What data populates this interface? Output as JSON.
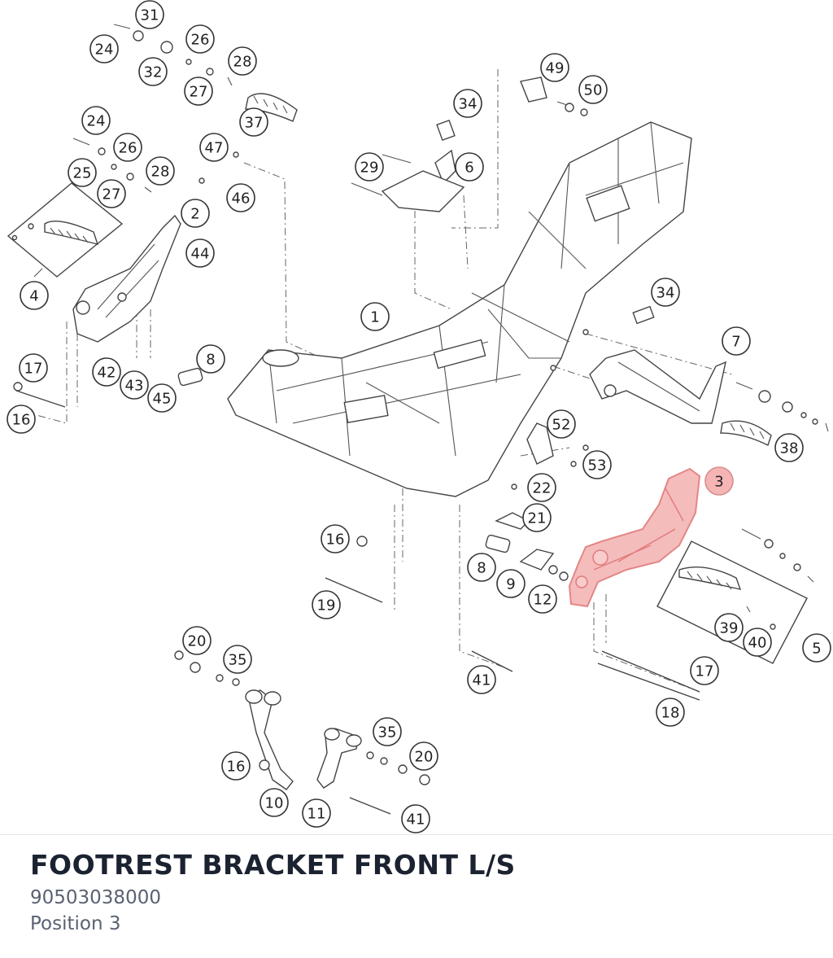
{
  "part": {
    "title": "FOOTREST BRACKET FRONT L/S",
    "number": "90503038000",
    "position_label": "Position 3"
  },
  "highlight_color": "#f5b5b5",
  "callouts": [
    {
      "id": "c31",
      "label": "31",
      "highlighted": false
    },
    {
      "id": "c24a",
      "label": "24",
      "highlighted": false
    },
    {
      "id": "c26a",
      "label": "26",
      "highlighted": false
    },
    {
      "id": "c32",
      "label": "32",
      "highlighted": false
    },
    {
      "id": "c28a",
      "label": "28",
      "highlighted": false
    },
    {
      "id": "c27a",
      "label": "27",
      "highlighted": false
    },
    {
      "id": "c37",
      "label": "37",
      "highlighted": false
    },
    {
      "id": "c24b",
      "label": "24",
      "highlighted": false
    },
    {
      "id": "c26b",
      "label": "26",
      "highlighted": false
    },
    {
      "id": "c47",
      "label": "47",
      "highlighted": false
    },
    {
      "id": "c25",
      "label": "25",
      "highlighted": false
    },
    {
      "id": "c28b",
      "label": "28",
      "highlighted": false
    },
    {
      "id": "c27b",
      "label": "27",
      "highlighted": false
    },
    {
      "id": "c46",
      "label": "46",
      "highlighted": false
    },
    {
      "id": "c2",
      "label": "2",
      "highlighted": false
    },
    {
      "id": "c44",
      "label": "44",
      "highlighted": false
    },
    {
      "id": "c4",
      "label": "4",
      "highlighted": false
    },
    {
      "id": "c17a",
      "label": "17",
      "highlighted": false
    },
    {
      "id": "c42",
      "label": "42",
      "highlighted": false
    },
    {
      "id": "c43",
      "label": "43",
      "highlighted": false
    },
    {
      "id": "c45",
      "label": "45",
      "highlighted": false
    },
    {
      "id": "c8a",
      "label": "8",
      "highlighted": false
    },
    {
      "id": "c16a",
      "label": "16",
      "highlighted": false
    },
    {
      "id": "c1",
      "label": "1",
      "highlighted": false
    },
    {
      "id": "c49",
      "label": "49",
      "highlighted": false
    },
    {
      "id": "c50",
      "label": "50",
      "highlighted": false
    },
    {
      "id": "c34a",
      "label": "34",
      "highlighted": false
    },
    {
      "id": "c29",
      "label": "29",
      "highlighted": false
    },
    {
      "id": "c6",
      "label": "6",
      "highlighted": false
    },
    {
      "id": "c34b",
      "label": "34",
      "highlighted": false
    },
    {
      "id": "c7",
      "label": "7",
      "highlighted": false
    },
    {
      "id": "c38",
      "label": "38",
      "highlighted": false
    },
    {
      "id": "c52",
      "label": "52",
      "highlighted": false
    },
    {
      "id": "c53",
      "label": "53",
      "highlighted": false
    },
    {
      "id": "c3",
      "label": "3",
      "highlighted": true
    },
    {
      "id": "c22",
      "label": "22",
      "highlighted": false
    },
    {
      "id": "c21",
      "label": "21",
      "highlighted": false
    },
    {
      "id": "c16b",
      "label": "16",
      "highlighted": false
    },
    {
      "id": "c8b",
      "label": "8",
      "highlighted": false
    },
    {
      "id": "c9",
      "label": "9",
      "highlighted": false
    },
    {
      "id": "c12",
      "label": "12",
      "highlighted": false
    },
    {
      "id": "c19",
      "label": "19",
      "highlighted": false
    },
    {
      "id": "c39",
      "label": "39",
      "highlighted": false
    },
    {
      "id": "c40",
      "label": "40",
      "highlighted": false
    },
    {
      "id": "c5",
      "label": "5",
      "highlighted": false
    },
    {
      "id": "c17b",
      "label": "17",
      "highlighted": false
    },
    {
      "id": "c18",
      "label": "18",
      "highlighted": false
    },
    {
      "id": "c41a",
      "label": "41",
      "highlighted": false
    },
    {
      "id": "c20a",
      "label": "20",
      "highlighted": false
    },
    {
      "id": "c35a",
      "label": "35",
      "highlighted": false
    },
    {
      "id": "c16c",
      "label": "16",
      "highlighted": false
    },
    {
      "id": "c10",
      "label": "10",
      "highlighted": false
    },
    {
      "id": "c11",
      "label": "11",
      "highlighted": false
    },
    {
      "id": "c35b",
      "label": "35",
      "highlighted": false
    },
    {
      "id": "c20b",
      "label": "20",
      "highlighted": false
    },
    {
      "id": "c41b",
      "label": "41",
      "highlighted": false
    }
  ]
}
